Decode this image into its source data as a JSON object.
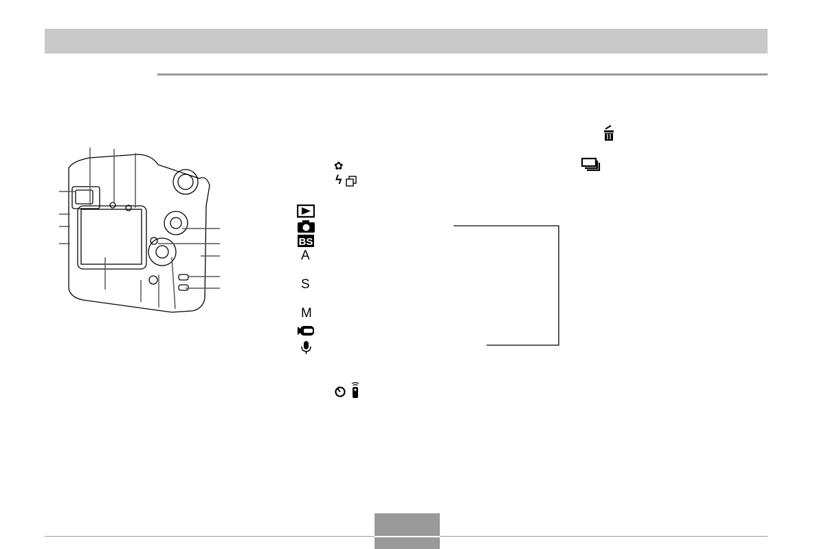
{
  "modes": {
    "aperture": "A",
    "shutter": "S",
    "manual": "M"
  },
  "icons": [
    "trash-icon",
    "continuous-shutter-icon",
    "macro-icon",
    "flash-icon",
    "flash-intensity-icon",
    "play-icon",
    "camera-icon",
    "bestshot-icon",
    "movie-icon",
    "voice-icon",
    "self-timer-icon",
    "remote-icon"
  ],
  "colors": {
    "header": "#c9c9c9",
    "rule": "#999999",
    "page_box": "#9a9a9a"
  }
}
